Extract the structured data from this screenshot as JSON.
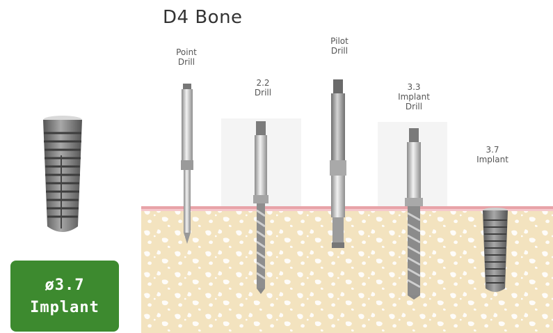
{
  "title": "D4 Bone",
  "labels": {
    "point_drill": [
      "Point",
      "Drill"
    ],
    "drill_22": [
      "2.2",
      "Drill"
    ],
    "pilot_drill": [
      "Pilot",
      "Drill"
    ],
    "implant_drill_33": [
      "3.3",
      "Implant",
      "Drill"
    ],
    "implant_37": [
      "3.7",
      "Implant"
    ]
  },
  "badge": {
    "line1": "ø3.7",
    "line2": "Implant"
  },
  "colors": {
    "badge_green": "#3d8a2f",
    "bone": "#f3e3bf",
    "bone_dots": "#ffffff",
    "gum_line": "#e8a3a8",
    "metal": "#b9b9b9",
    "implant_gray": "#6e6e6e"
  }
}
